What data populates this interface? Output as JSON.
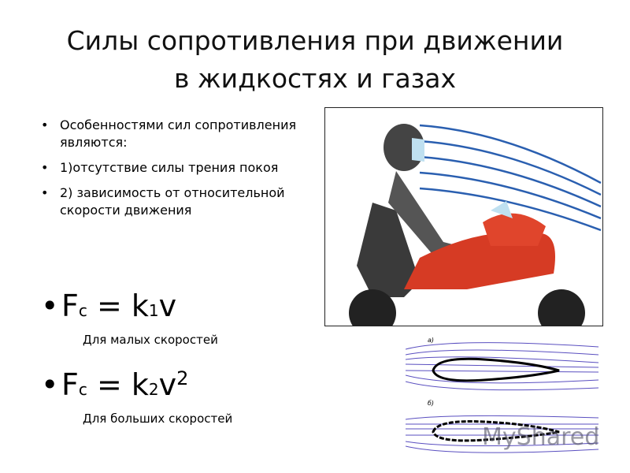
{
  "slide": {
    "title_line1": "Силы сопротивления при движении",
    "title_line2": "в жидкостях и газах",
    "bullets": [
      "Особенностями сил сопротивления являются:",
      "1)отсутствие силы трения покоя",
      "2) зависимость от относительной скорости движения"
    ],
    "formula1": {
      "F": "F",
      "sub": "c",
      "rest": " = k",
      "k_sub": "1",
      "tail": "v",
      "note": "Для малых скоростей"
    },
    "formula2": {
      "F": "F",
      "sub": "c",
      "rest": " = k",
      "k_sub": "2",
      "tail": "v",
      "sup": "2",
      "note": "Для больших скоростей"
    },
    "diagram_labels": {
      "a": "а)",
      "b": "б)"
    },
    "watermark": "MyShared"
  }
}
